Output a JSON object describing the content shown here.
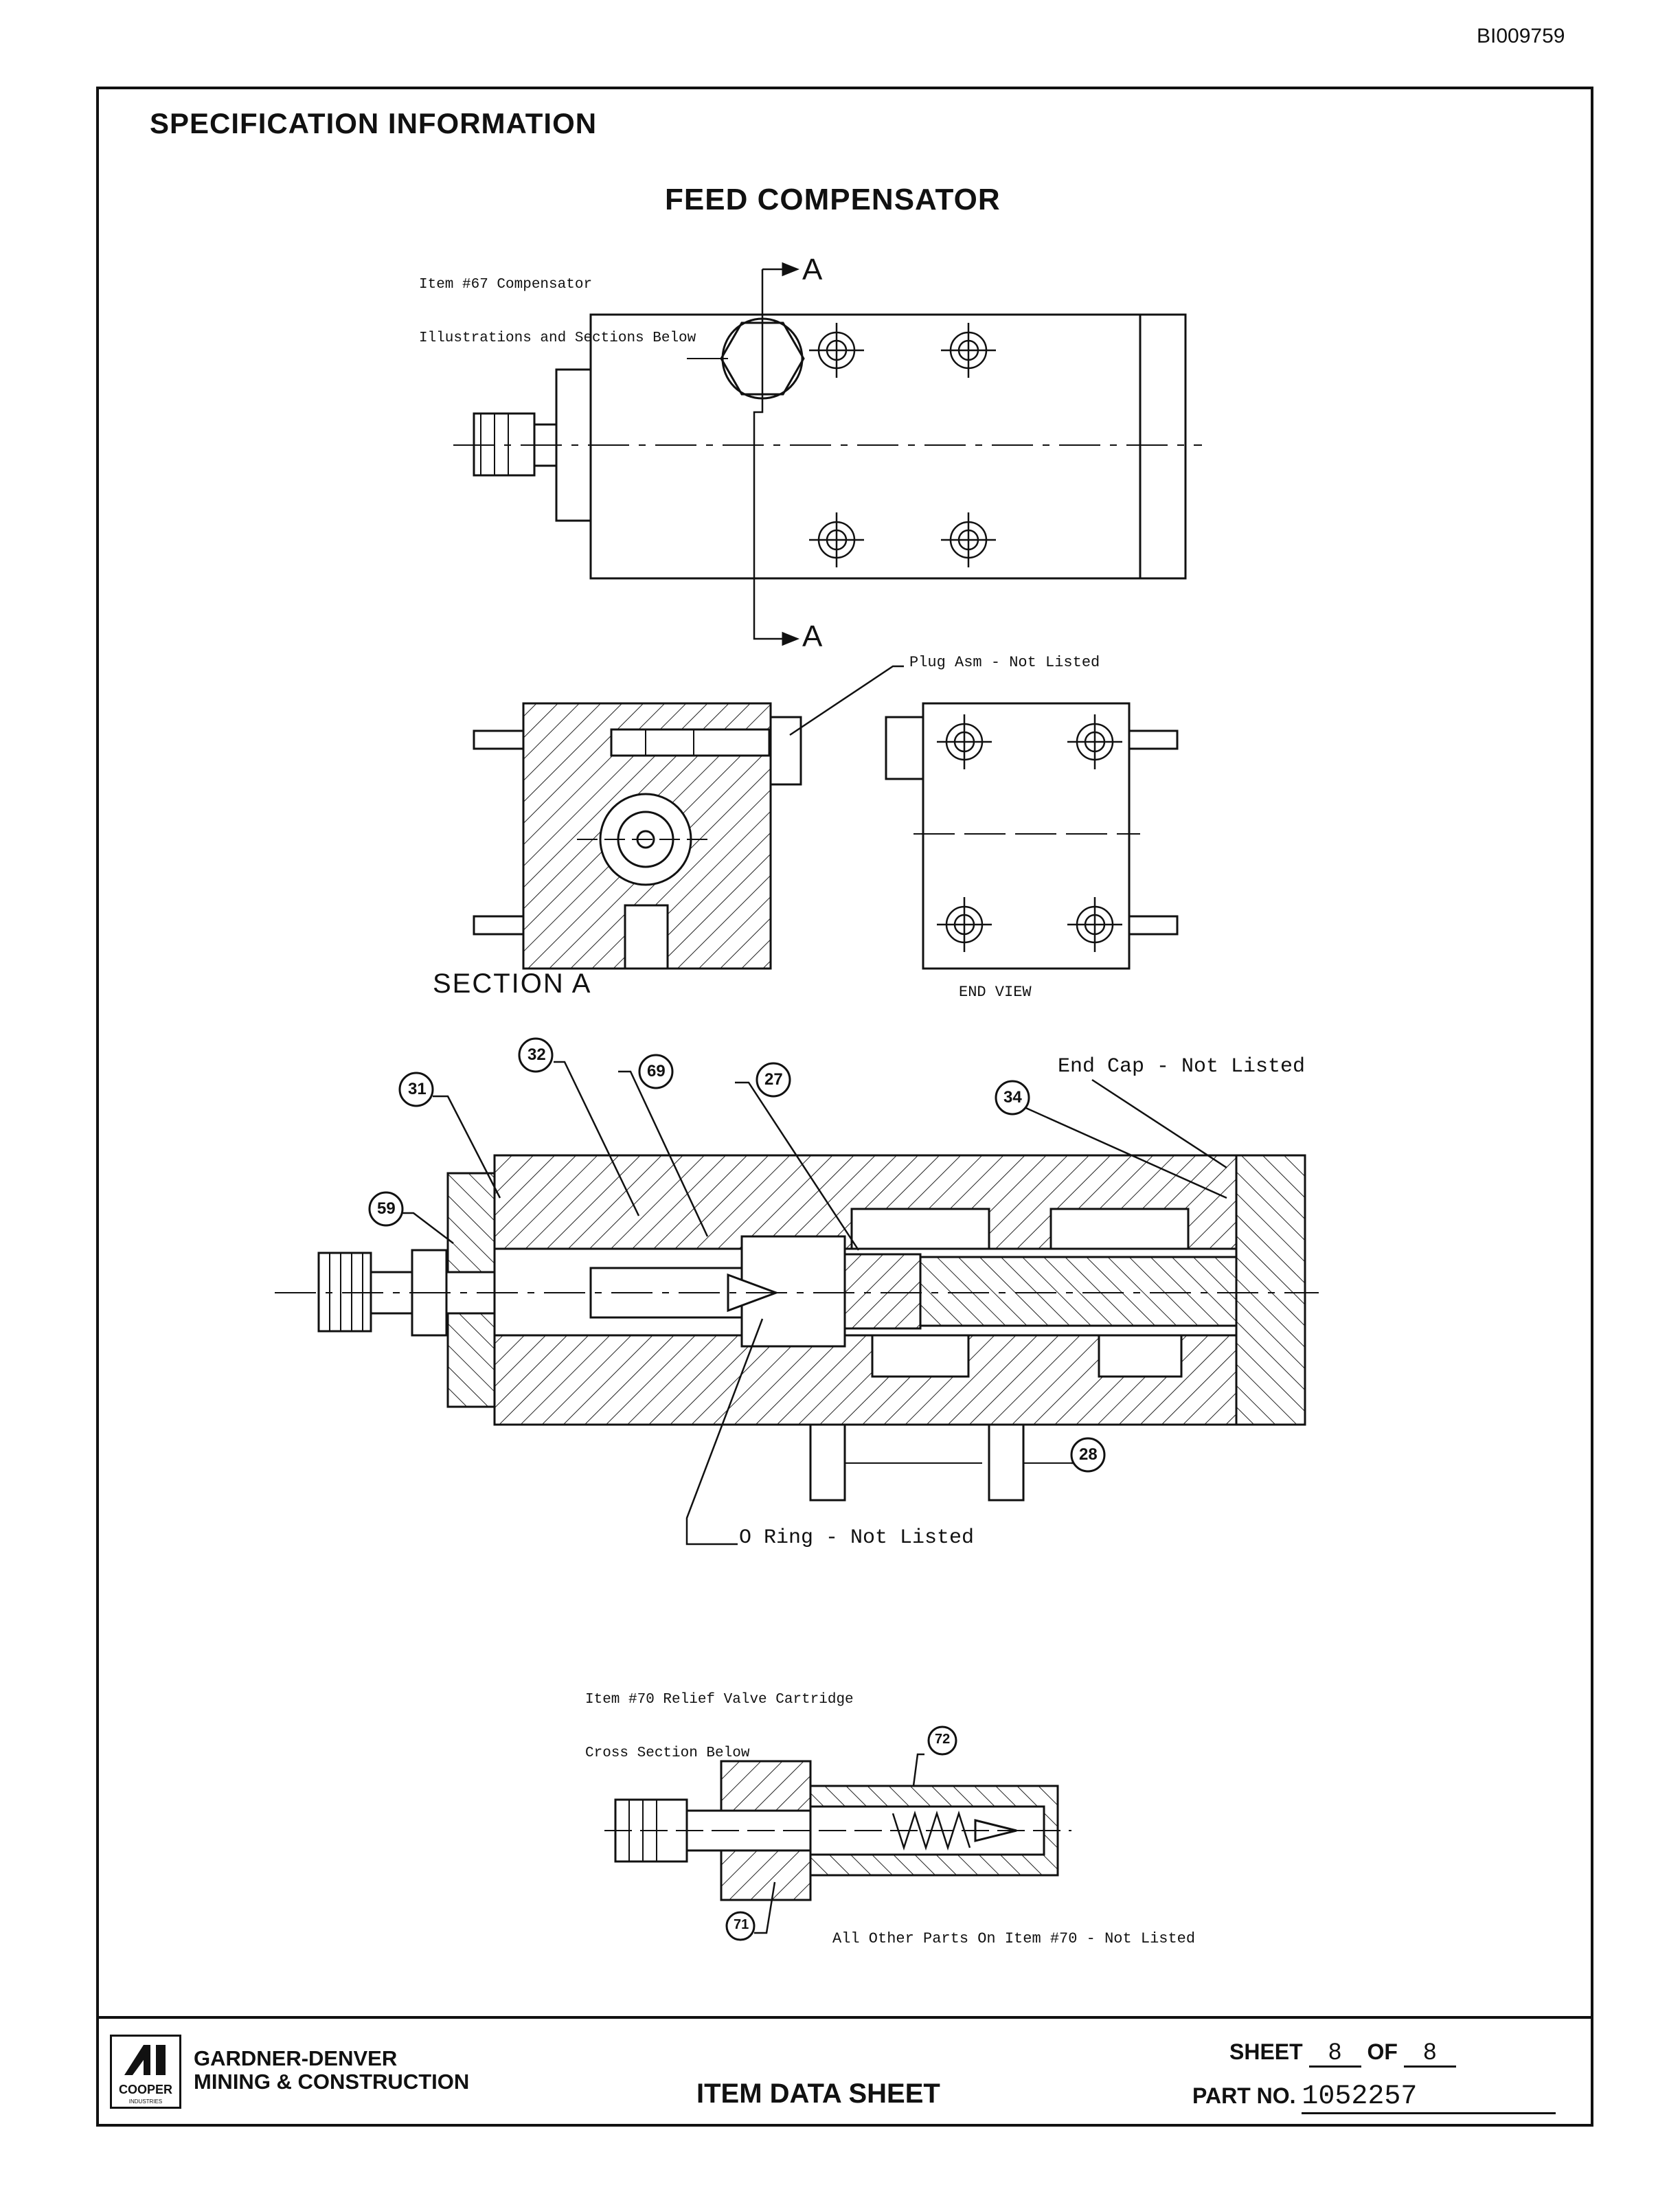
{
  "header": {
    "doc_id": "BI009759",
    "spec_title": "SPECIFICATION INFORMATION",
    "main_title": "FEED COMPENSATOR"
  },
  "notes": {
    "item67_line1": "Item #67 Compensator",
    "item67_line2": "Illustrations and Sections Below",
    "section_marker_top": "A",
    "section_marker_bottom": "A",
    "plug_asm": "Plug Asm - Not Listed",
    "section_label": "SECTION A",
    "end_view_label": "END VIEW",
    "end_cap": "End Cap - Not Listed",
    "o_ring": "O Ring - Not Listed",
    "item70_line1": "Item #70 Relief Valve Cartridge",
    "item70_line2": "Cross Section Below",
    "other_parts": "All Other Parts On Item #70 - Not Listed"
  },
  "callouts": {
    "c31": "31",
    "c32": "32",
    "c69": "69",
    "c27": "27",
    "c34": "34",
    "c59": "59",
    "c28": "28",
    "c72": "72",
    "c71": "71"
  },
  "footer": {
    "company_line1": "GARDNER-DENVER",
    "company_line2": "MINING & CONSTRUCTION",
    "logo_name": "COOPER",
    "logo_sub": "INDUSTRIES",
    "logo_icon": "cooper-industries-logo",
    "form_title": "ITEM DATA SHEET",
    "sheet_label": "SHEET",
    "sheet_number": "8",
    "of_label": "OF",
    "sheet_total": "8",
    "part_no_label": "PART NO.",
    "part_no": "1052257"
  }
}
